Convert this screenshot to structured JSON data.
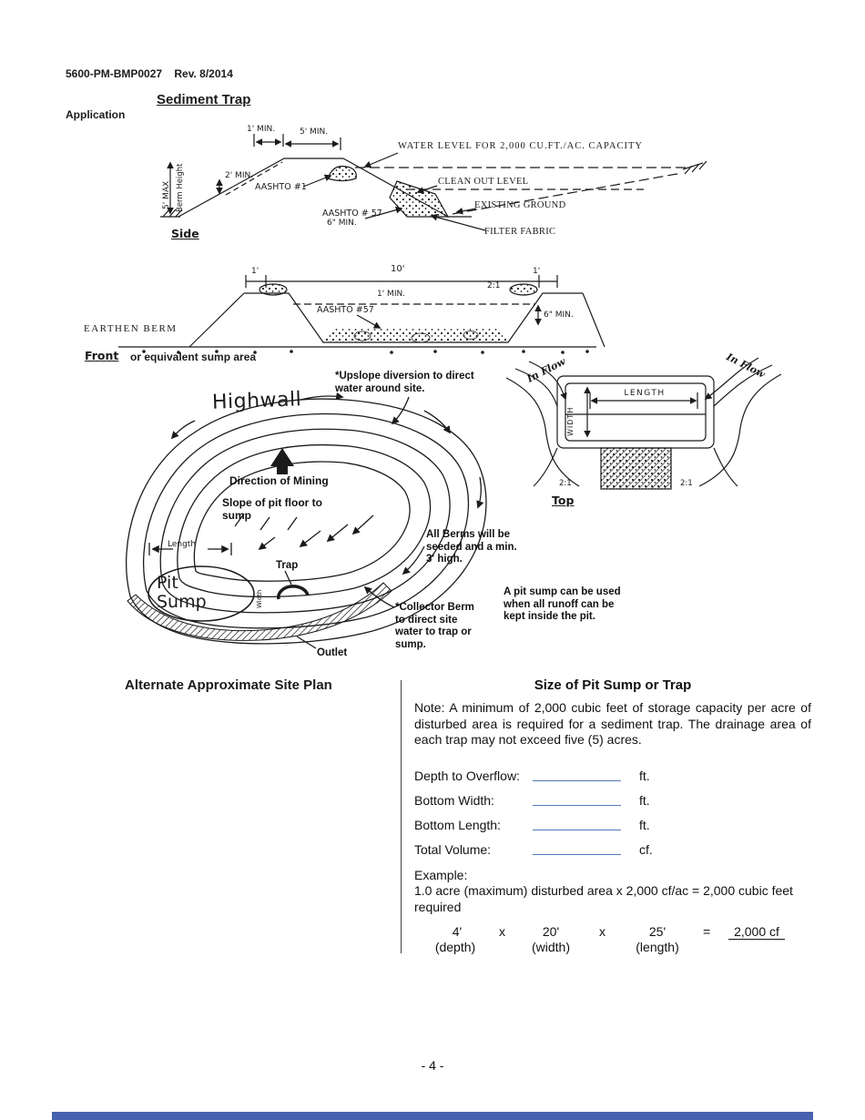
{
  "colors": {
    "ink": "#1b1b1b",
    "background": "#ffffff",
    "field_line": "#5577bb",
    "bottom_bar": "#4862b0"
  },
  "header": {
    "doc_number": "5600-PM-BMP0027    Rev. 8/2014",
    "doc_type": "Application"
  },
  "title": "Sediment Trap",
  "side_view": {
    "dim_1_min": "1' MIN.",
    "dim_5_min": "5' MIN.",
    "water_level": "WATER LEVEL FOR 2,000 CU.FT./AC. CAPACITY",
    "dim_2_min": "2' MIN.",
    "aashto_1": "AASHTO #1",
    "clean_out_level": "CLEAN OUT LEVEL",
    "aashto_57": "AASHTO # 57",
    "six_min": "6\" MIN.",
    "existing_ground": "EXISTING GROUND",
    "filter_fabric": "FILTER FABRIC",
    "berm_height": "Berm Height",
    "five_max": "5' MAX",
    "caption": "Side"
  },
  "front_view": {
    "dim_1_left": "1'",
    "dim_10": "10'",
    "dim_1_right": "1'",
    "dim_1_min": "1' MIN.",
    "slope": "2:1",
    "aashto_57": "AASHTO #57",
    "six_min": "6\" MIN.",
    "earthen_berm": "EARTHEN BERM",
    "caption": "Front",
    "caption_suffix": "or equivalent sump area"
  },
  "top_view": {
    "in_flow_left": "In Flow",
    "in_flow_right": "In Flow",
    "length": "LENGTH",
    "width": "WIDTH",
    "slope_left": "2:1",
    "slope_right": "2:1",
    "caption": "Top"
  },
  "site_plan": {
    "highwall": "Highwall",
    "upslope_note": "*Upslope diversion to direct water around site.",
    "direction_of_mining": "Direction of Mining",
    "slope_note": "Slope of pit floor to sump",
    "length": "Length",
    "trap": "Trap",
    "pit_sump": "Pit Sump",
    "width": "Width",
    "berms_note": "All Berms will be seeded and a min. 3' high.",
    "pit_sump_note": "A pit sump can be used when all runoff can be kept inside the pit.",
    "collector_note": "*Collector Berm to direct site water to trap or sump.",
    "outlet": "Outlet"
  },
  "form": {
    "left_heading": "Alternate Approximate Site Plan",
    "right_heading": "Size of Pit Sump or Trap",
    "note": "Note:  A minimum of 2,000 cubic feet of storage capacity per acre of disturbed area is required for a sediment trap.  The drainage area of each trap may not exceed five (5) acres.",
    "fields": [
      {
        "label": "Depth to Overflow:",
        "value": "",
        "unit": "ft."
      },
      {
        "label": "Bottom Width:",
        "value": "",
        "unit": "ft."
      },
      {
        "label": "Bottom Length:",
        "value": "",
        "unit": "ft."
      },
      {
        "label": "Total Volume:",
        "value": "",
        "unit": "cf."
      }
    ],
    "example_label": "Example:",
    "example_text": "1.0 acre (maximum) disturbed area x 2,000 cf/ac = 2,000 cubic feet required",
    "example_row": {
      "depth_value": "4'",
      "times_1": "x",
      "width_value": "20'",
      "times_2": "x",
      "length_value": "25'",
      "equals": "=",
      "result": "2,000 cf"
    },
    "example_captions": {
      "depth": "(depth)",
      "width": "(width)",
      "length": "(length)"
    }
  },
  "footer": {
    "page_number": "- 4 -"
  }
}
